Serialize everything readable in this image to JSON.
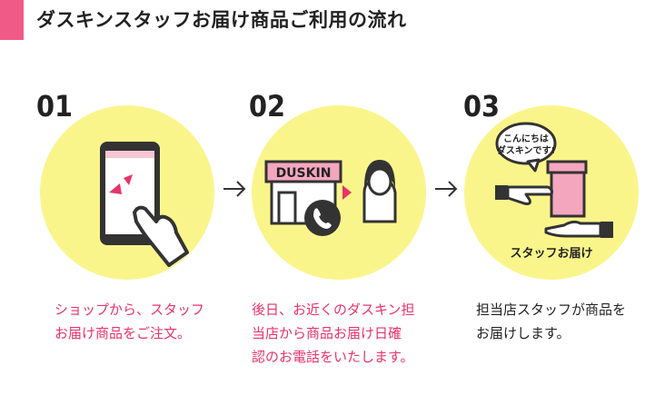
{
  "header": {
    "title": "ダスキンスタッフお届け商品ご利用の流れ"
  },
  "steps": [
    {
      "number": "01",
      "desc_lines": [
        "ショップから、スタッフ",
        "お届け商品をご注文。"
      ]
    },
    {
      "number": "02",
      "shop_sign": "DUSKIN",
      "desc_lines": [
        "後日、お近くのダスキン担",
        "当店から商品お届け日確",
        "認のお電話をいたします。"
      ]
    },
    {
      "number": "03",
      "bubble_lines": [
        "こんにちは",
        "ダスキンです!"
      ],
      "caption": "スタッフお届け",
      "desc_lines": [
        "担当店スタッフが商品を",
        "お届けします。"
      ]
    }
  ],
  "colors": {
    "accent": "#f05a86",
    "circle": "#faf58b",
    "pink_text": "#e8336a",
    "box": "#f4a6bf"
  }
}
